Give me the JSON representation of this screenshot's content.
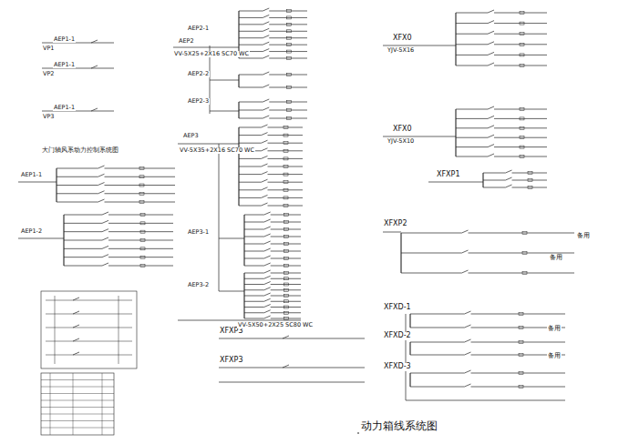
{
  "diagram": {
    "title": "动力箱线系统图",
    "labels": [
      "AEP1-1",
      "AEP1-1",
      "AEP1-1",
      "VP1",
      "VP2",
      "VP3",
      "大门轴风系动力控制系统图",
      "AEP1-1",
      "AEP1-2",
      "AEP2",
      "AEP2-1",
      "AEP2-2",
      "AEP2-3",
      "AEP3",
      "AEP3-1",
      "AEP3-2",
      "XFX0",
      "XFX0",
      "XFXP1",
      "XFXP2",
      "XFXP3",
      "XFXP3",
      "XFXD-1",
      "XFXD-2",
      "XFXD-3",
      "VV-5X25+2X16 SC70 WC",
      "VV-5X35+2X16 SC70 WC",
      "VV-5X50+2X25 SC80 WC",
      "YJV-5X16",
      "YJV-5X10",
      "备用",
      "备用",
      "备用",
      "备用"
    ]
  }
}
